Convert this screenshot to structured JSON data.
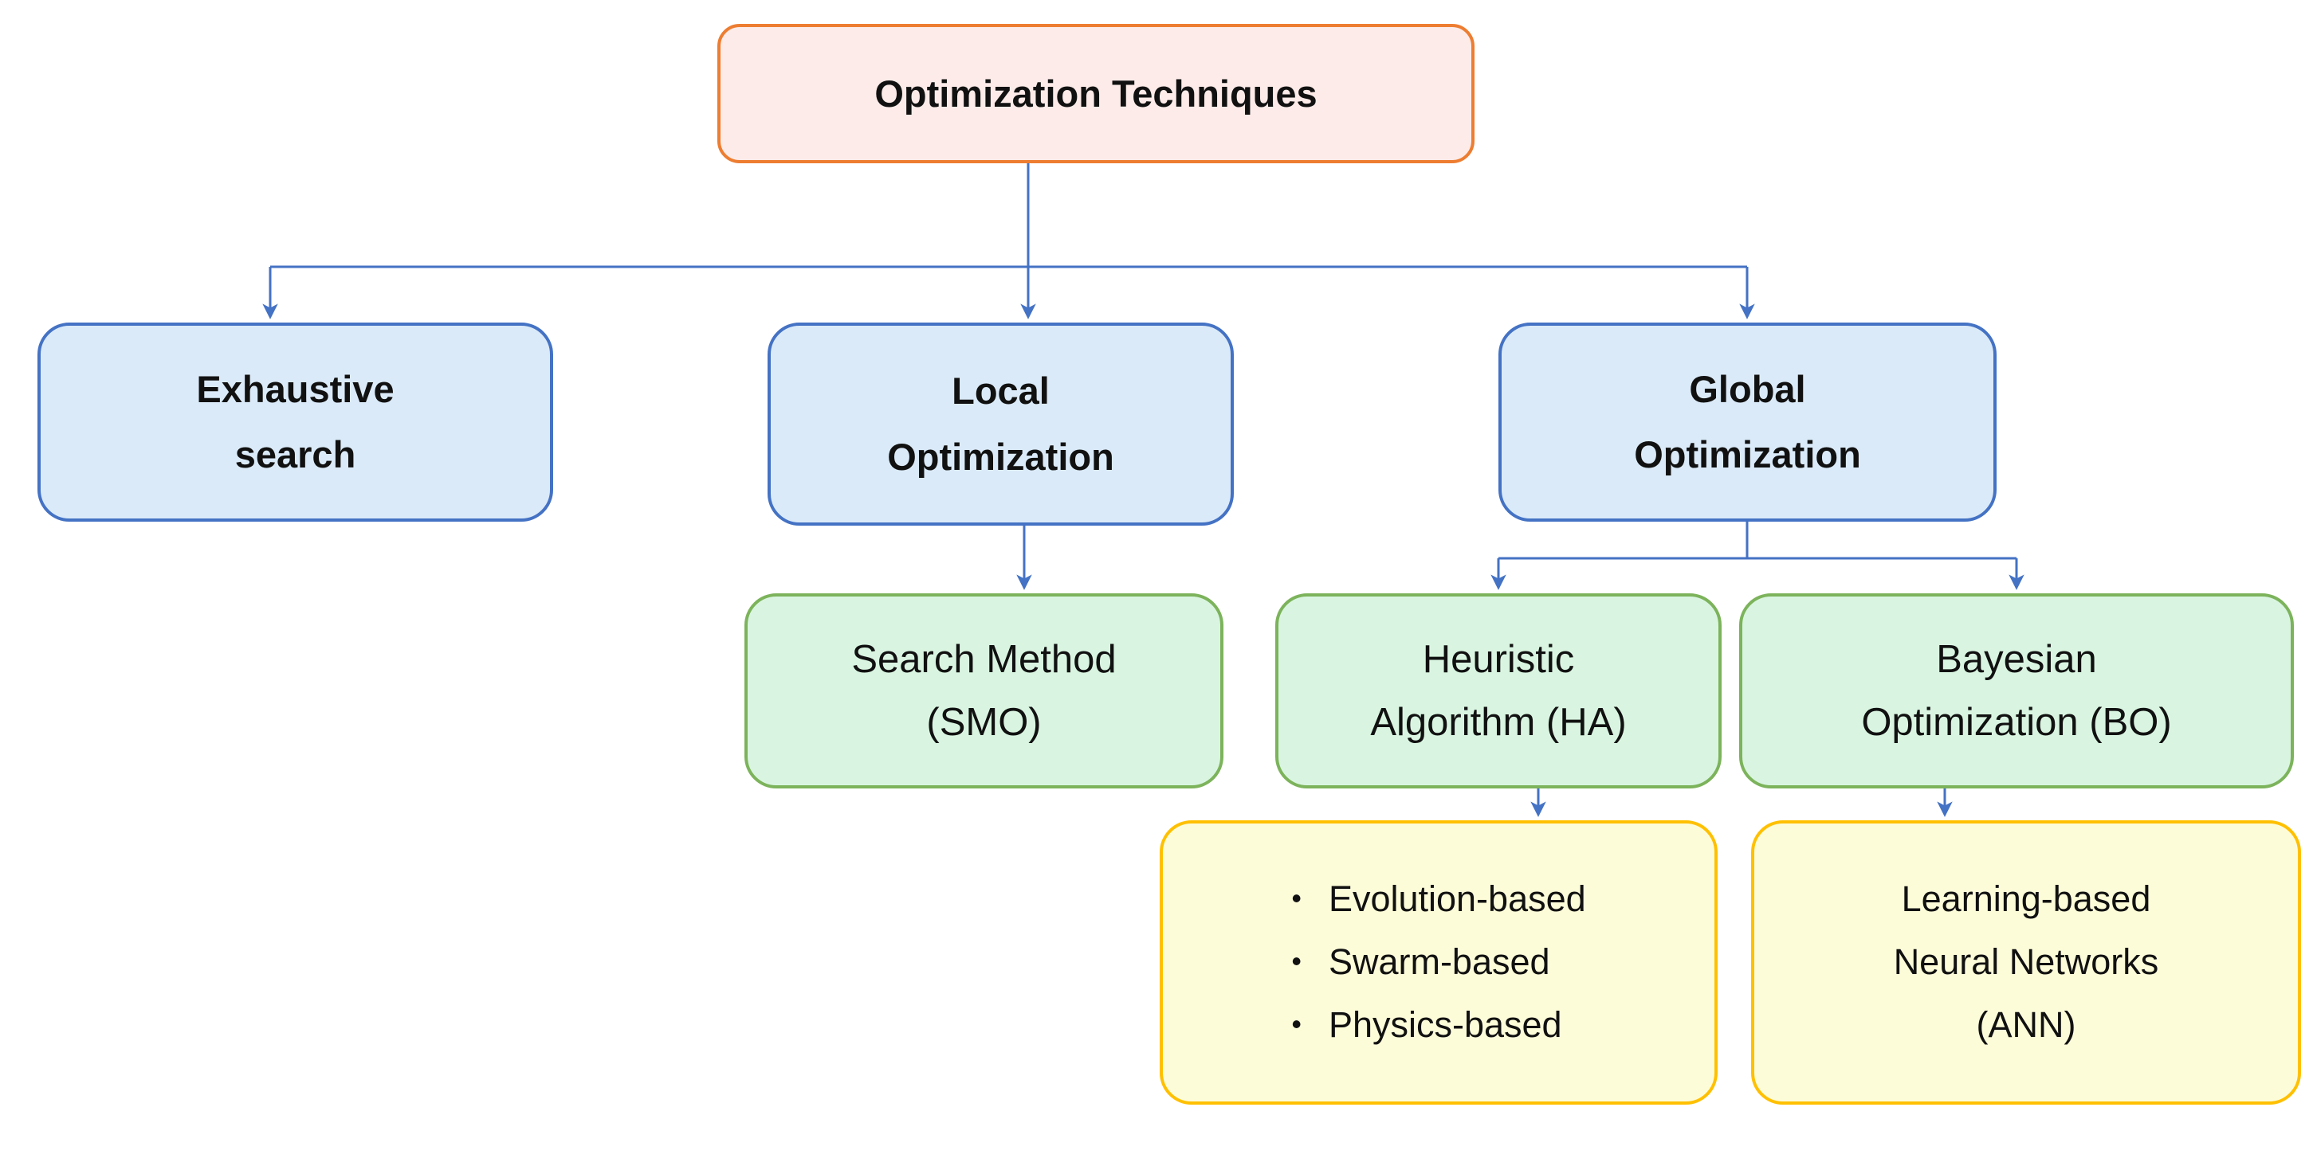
{
  "colors": {
    "root_fill": "#fcebe8",
    "root_border": "#ed7d31",
    "level1_fill": "#daeaf8",
    "level1_border": "#4472c4",
    "level2_fill": "#d9f5e1",
    "level2_border": "#7cb35b",
    "level3_fill": "#fdfcd9",
    "level3_border": "#ffc000",
    "connector": "#4472c4",
    "text": "#111111"
  },
  "nodes": {
    "root": {
      "label": "Optimization Techniques"
    },
    "exhaustive": {
      "lines": [
        "Exhaustive",
        "search"
      ]
    },
    "local": {
      "lines": [
        "Local",
        "Optimization"
      ]
    },
    "global": {
      "lines": [
        "Global",
        "Optimization"
      ]
    },
    "smo": {
      "lines": [
        "Search Method",
        "(SMO)"
      ]
    },
    "ha": {
      "lines": [
        "Heuristic",
        "Algorithm (HA)"
      ]
    },
    "bo": {
      "lines": [
        "Bayesian",
        "Optimization (BO)"
      ]
    },
    "ha_children": {
      "bullet": "•",
      "items": [
        "Evolution-based",
        "Swarm-based",
        "Physics-based"
      ]
    },
    "bo_children": {
      "lines": [
        "Learning-based",
        "Neural Networks",
        "(ANN)"
      ]
    }
  }
}
